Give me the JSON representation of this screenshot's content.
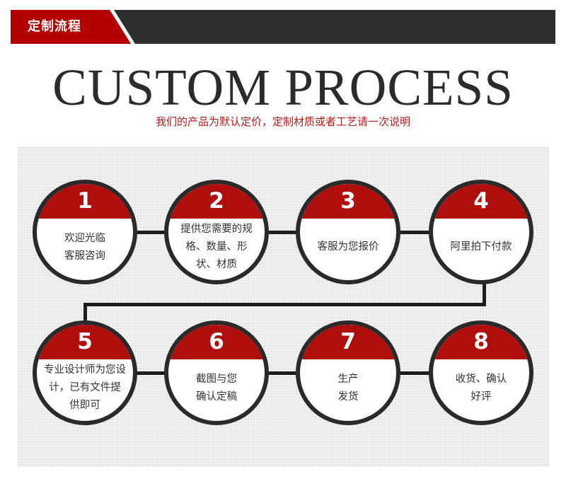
{
  "banner": {
    "label": "定制流程"
  },
  "headline": "CUSTOM PROCESS",
  "subline": "我们的产品为默认定价，定制材质或者工艺请一次说明",
  "colors": {
    "accent": "#b00d0d",
    "dark": "#2a2a2a",
    "banner_bg": "#2e2e2e"
  },
  "steps": [
    {
      "number": "1",
      "text": "欢迎光临\n客服咨询"
    },
    {
      "number": "2",
      "text": "提供您需要的规\n格、数量、形\n状、材质"
    },
    {
      "number": "3",
      "text": "客服为您报价"
    },
    {
      "number": "4",
      "text": "阿里拍下付款"
    },
    {
      "number": "5",
      "text": "专业设计师为您设\n计，已有文件提\n供即可"
    },
    {
      "number": "6",
      "text": "截图与您\n确认定稿"
    },
    {
      "number": "7",
      "text": "生产\n发货"
    },
    {
      "number": "8",
      "text": "收货、确认\n好评"
    }
  ]
}
